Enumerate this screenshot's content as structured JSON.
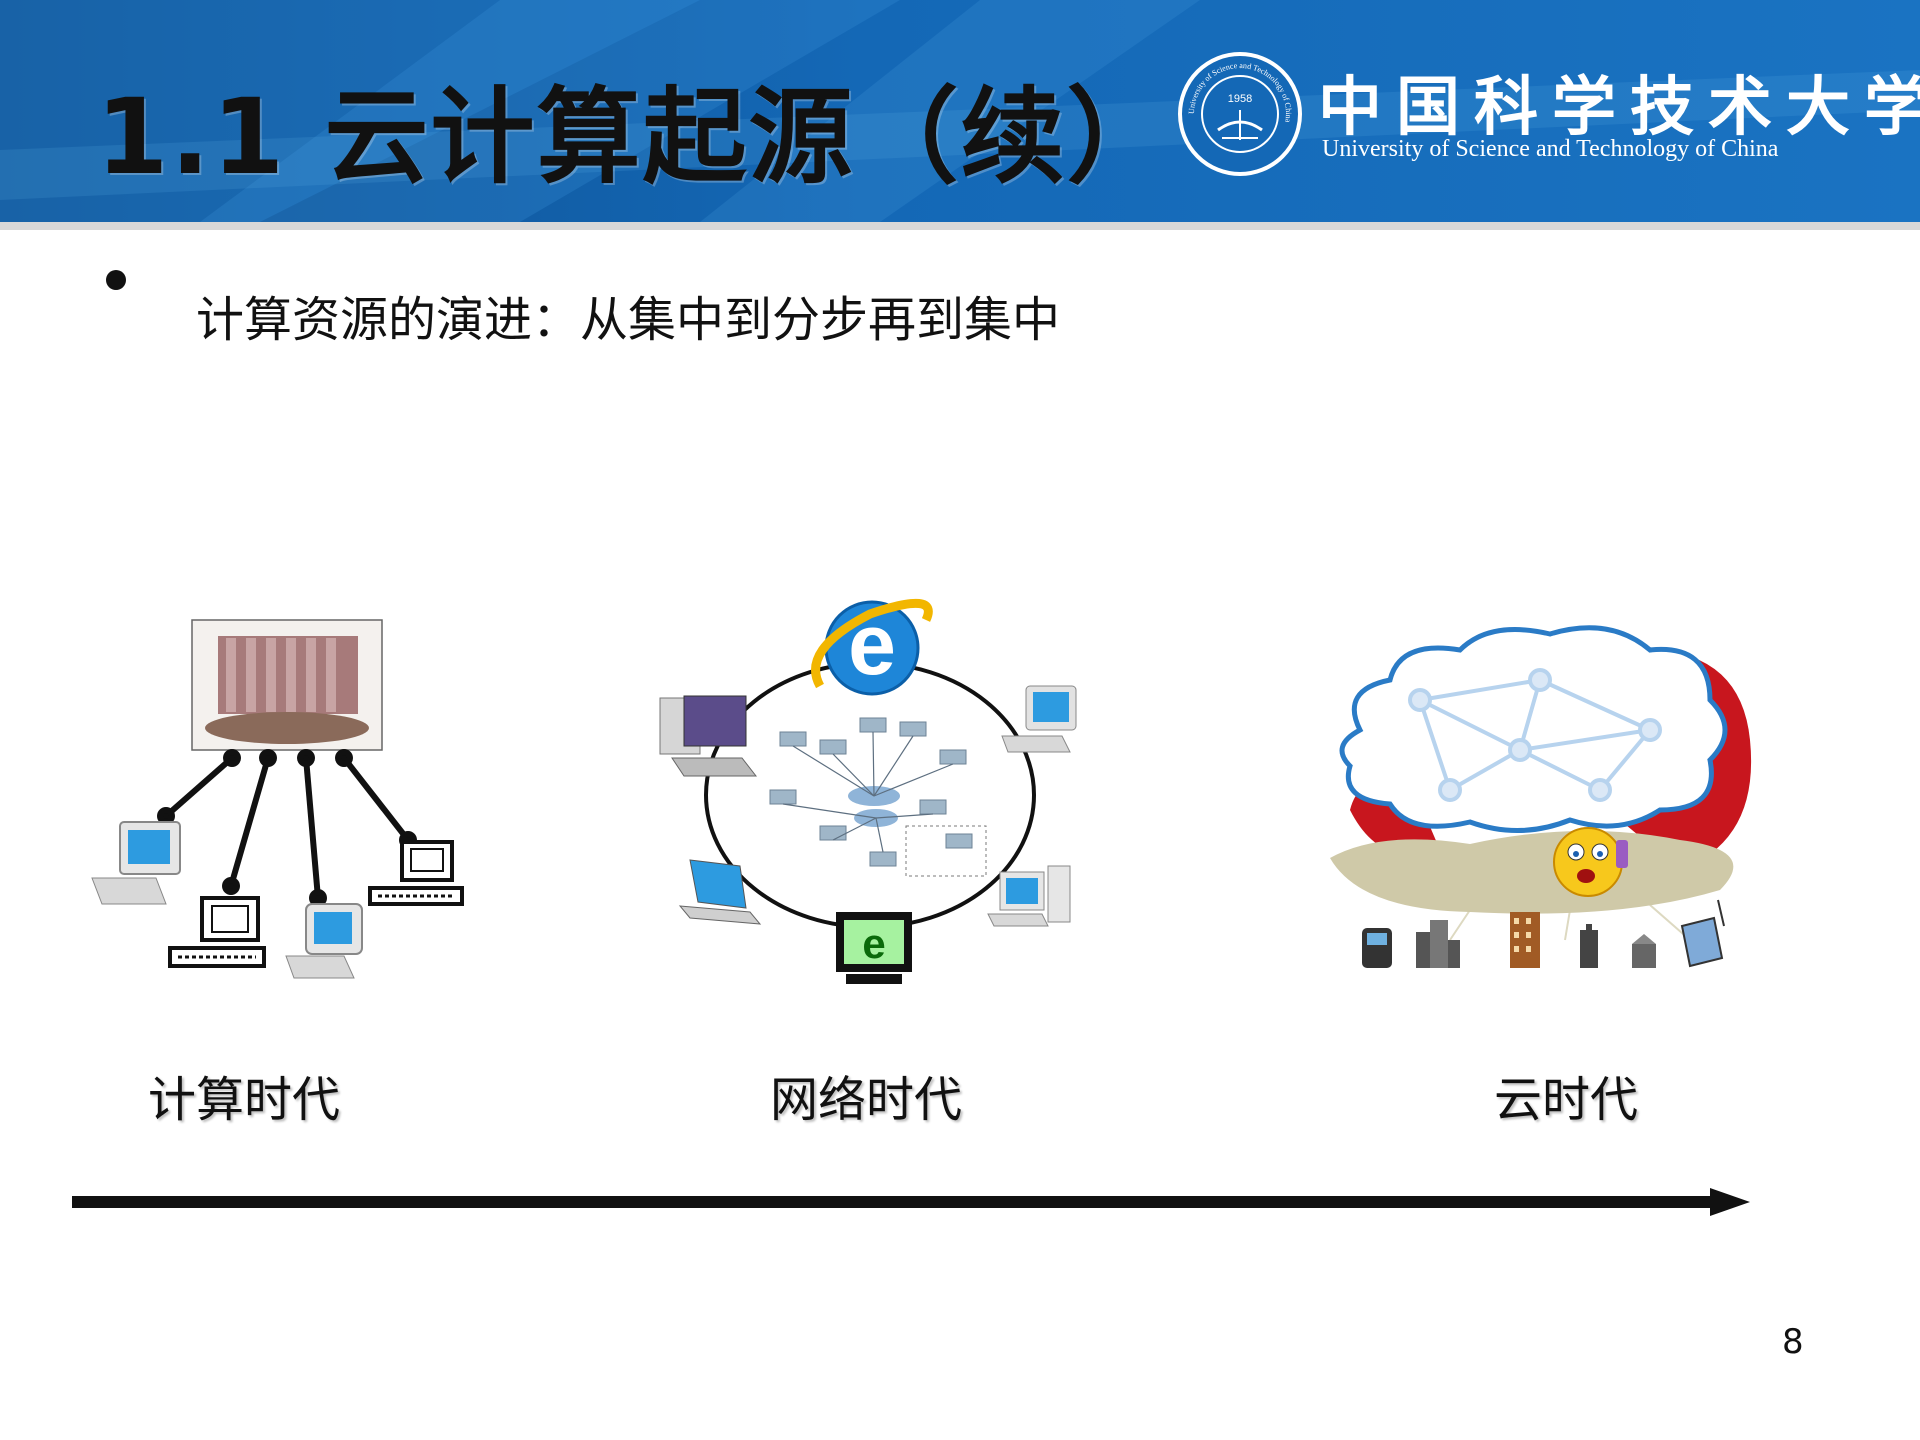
{
  "slide": {
    "title": "1.1 云计算起源（续）",
    "university": {
      "name_cn": "中国科学技术大学",
      "name_en": "University of Science and Technology of China",
      "seal_year": "1958",
      "seal_ring_text": "University of Science and Technology of China"
    },
    "bullet": "计算资源的演进：从集中到分步再到集中",
    "eras": [
      {
        "label": "计算时代",
        "icon": "mainframe-terminals-icon"
      },
      {
        "label": "网络时代",
        "icon": "network-internet-icon"
      },
      {
        "label": "云时代",
        "icon": "cloud-devices-icon"
      }
    ],
    "timeline_icon": "timeline-arrow-icon",
    "page_number": "8",
    "colors": {
      "header": "#1468b6",
      "header_rule": "#d8d8d8",
      "text": "#111111"
    }
  }
}
